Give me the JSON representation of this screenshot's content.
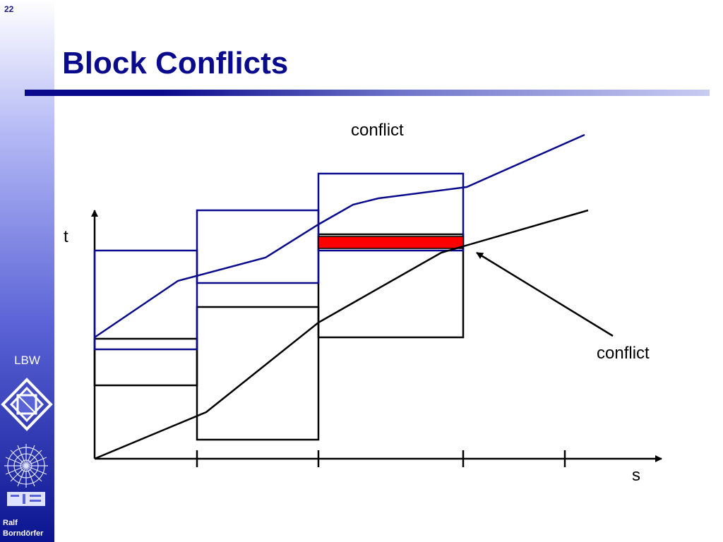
{
  "slide": {
    "number": "22",
    "title": "Block Conflicts"
  },
  "sidebar": {
    "label": "LBW",
    "author_line1": "Ralf",
    "author_line2": "Borndörfer",
    "logos": [
      "lbw-logo",
      "zib-logo"
    ]
  },
  "diagram": {
    "axis_t": "t",
    "axis_s": "s",
    "conflict_top": "conflict",
    "conflict_right": "conflict",
    "colors": {
      "train_blue": "#0a0a8c",
      "train_black": "#000000",
      "conflict_red": "#ff0000"
    }
  }
}
